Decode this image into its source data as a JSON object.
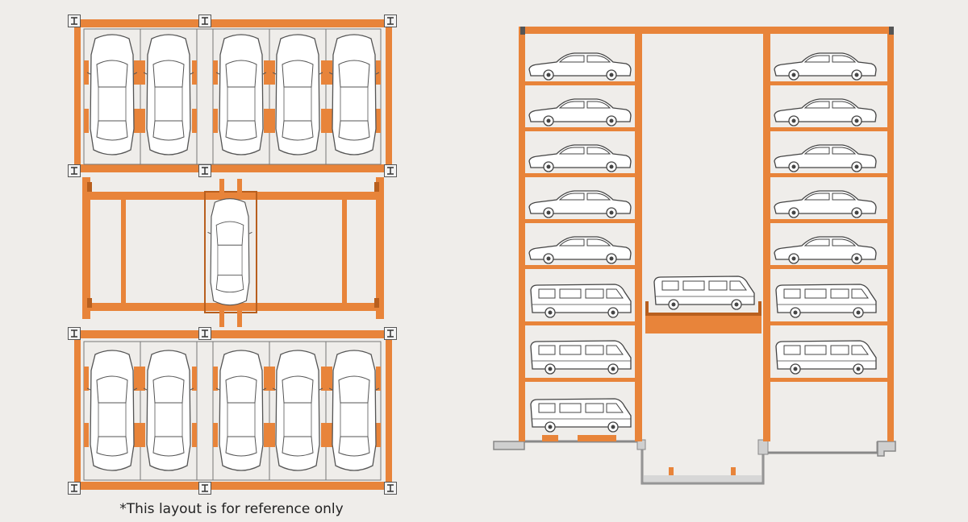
{
  "caption": "*This layout is for reference only",
  "colors": {
    "background": "#efedea",
    "steel_orange": "#e8843a",
    "steel_dark": "#b85f1e",
    "line": "#555555",
    "ground": "#888888",
    "ground_fill": "#cfcfcf"
  },
  "plan_view": {
    "top_row_cars": 5,
    "bottom_row_cars": 5,
    "lift_cars": 1
  },
  "elevation_view": {
    "left_tower": [
      "sedan",
      "sedan",
      "sedan",
      "sedan",
      "sedan",
      "van",
      "van",
      "van"
    ],
    "right_tower": [
      "sedan",
      "sedan",
      "sedan",
      "sedan",
      "sedan",
      "van",
      "van"
    ],
    "lift_platform": [
      "van"
    ]
  },
  "icons": [
    "sedan-top-icon",
    "sedan-side-icon",
    "van-side-icon",
    "column-i-beam-icon"
  ]
}
